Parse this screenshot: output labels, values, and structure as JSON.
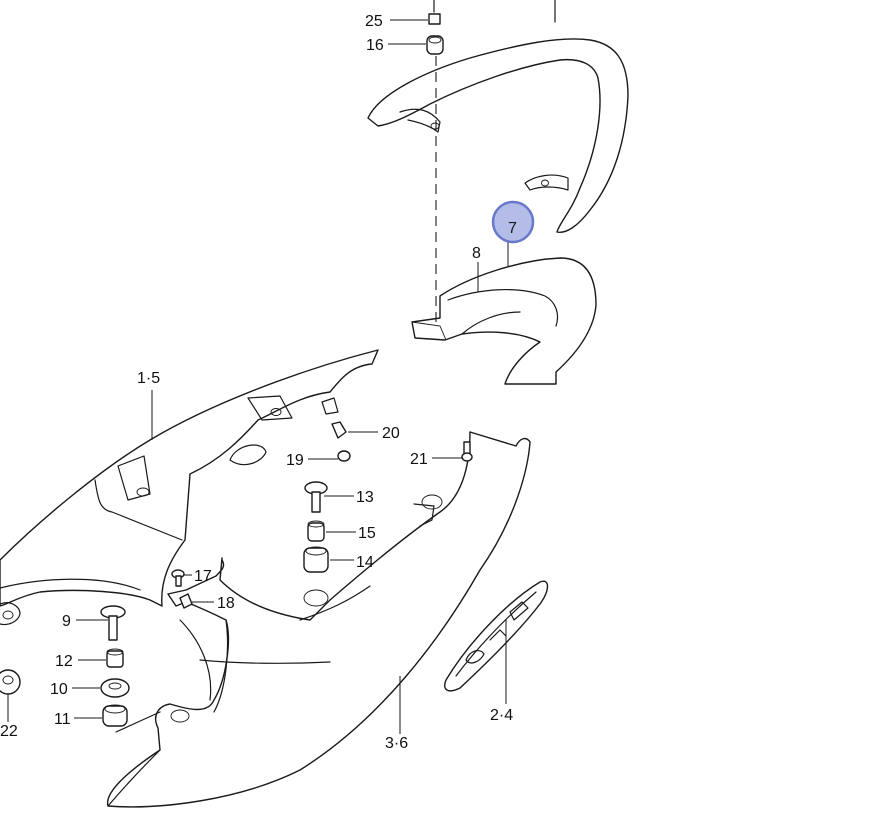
{
  "diagram": {
    "labels": {
      "p25": "25",
      "p16": "16",
      "p8": "8",
      "p1_5": "1·5",
      "p20": "20",
      "p19": "19",
      "p21": "21",
      "p13": "13",
      "p15": "15",
      "p14": "14",
      "p17": "17",
      "p18": "18",
      "p9": "9",
      "p12": "12",
      "p10": "10",
      "p11": "11",
      "p22": "22",
      "p2_4": "2·4",
      "p3_6": "3·6"
    },
    "highlight": {
      "label": "7",
      "color": "#b3bde8",
      "border_color": "#6a78cc"
    }
  }
}
